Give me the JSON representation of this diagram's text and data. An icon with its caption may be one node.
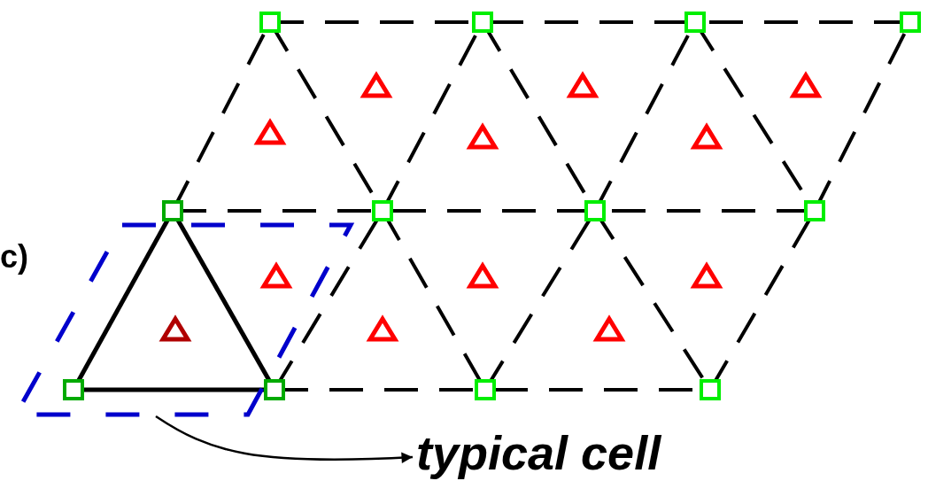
{
  "diagram": {
    "nodes": [
      {
        "text": [],
        "shape": "parallelogram"
      },
      {
        "text": [
          "typical cell"
        ]
      }
    ],
    "edges": [
      {
        "from": 0,
        "to": 1,
        "arrow": "to"
      }
    ],
    "labels": [
      "c)"
    ]
  }
}
